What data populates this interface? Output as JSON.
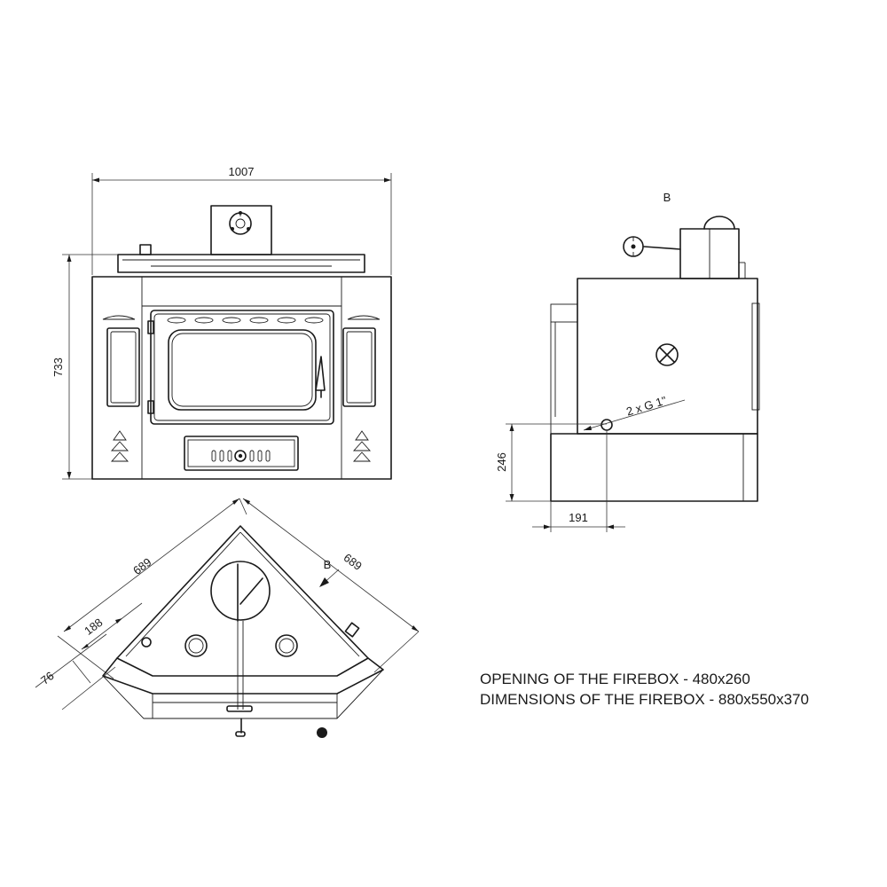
{
  "dimensions": {
    "overall_width": "1007",
    "overall_height": "733",
    "side_view_label": "B",
    "connection": "2 x G 1\"",
    "connection_height": "246",
    "connection_offset": "191",
    "corner_side_left": "689",
    "corner_side_right": "689",
    "corner_offset_188": "188",
    "corner_offset_76": "76",
    "view_arrow_label": "B"
  },
  "notes": {
    "line1": "OPENING OF THE FIREBOX - 480x260",
    "line2": "DIMENSIONS OF THE FIREBOX - 880x550x370"
  }
}
